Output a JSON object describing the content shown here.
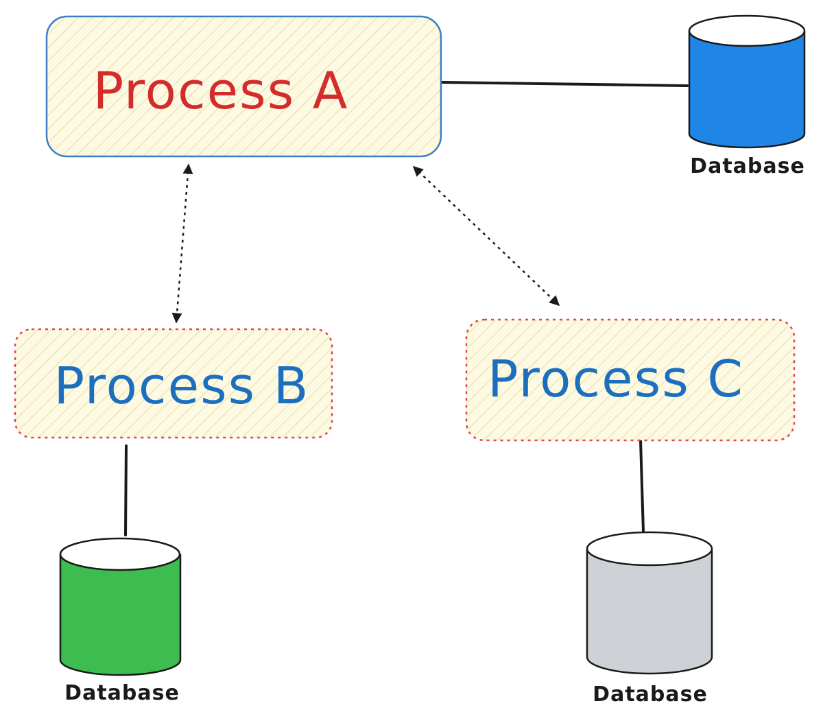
{
  "processes": {
    "a": {
      "label": "Process A"
    },
    "b": {
      "label": "Process B"
    },
    "c": {
      "label": "Process C"
    }
  },
  "databases": {
    "a": {
      "label": "Database",
      "fill": "#1f86e5"
    },
    "b": {
      "label": "Database",
      "fill": "#3dbd4f"
    },
    "c": {
      "label": "Database",
      "fill": "#ced2d6"
    }
  },
  "colors": {
    "process_fill": "#fdf9e3",
    "hatch": "#ece6b4",
    "process_a_border": "#3b7dc4",
    "process_a_text": "#d42b2b",
    "process_bc_border": "#e04545",
    "process_bc_text": "#1c6fbf",
    "line": "#1a1a1a"
  }
}
